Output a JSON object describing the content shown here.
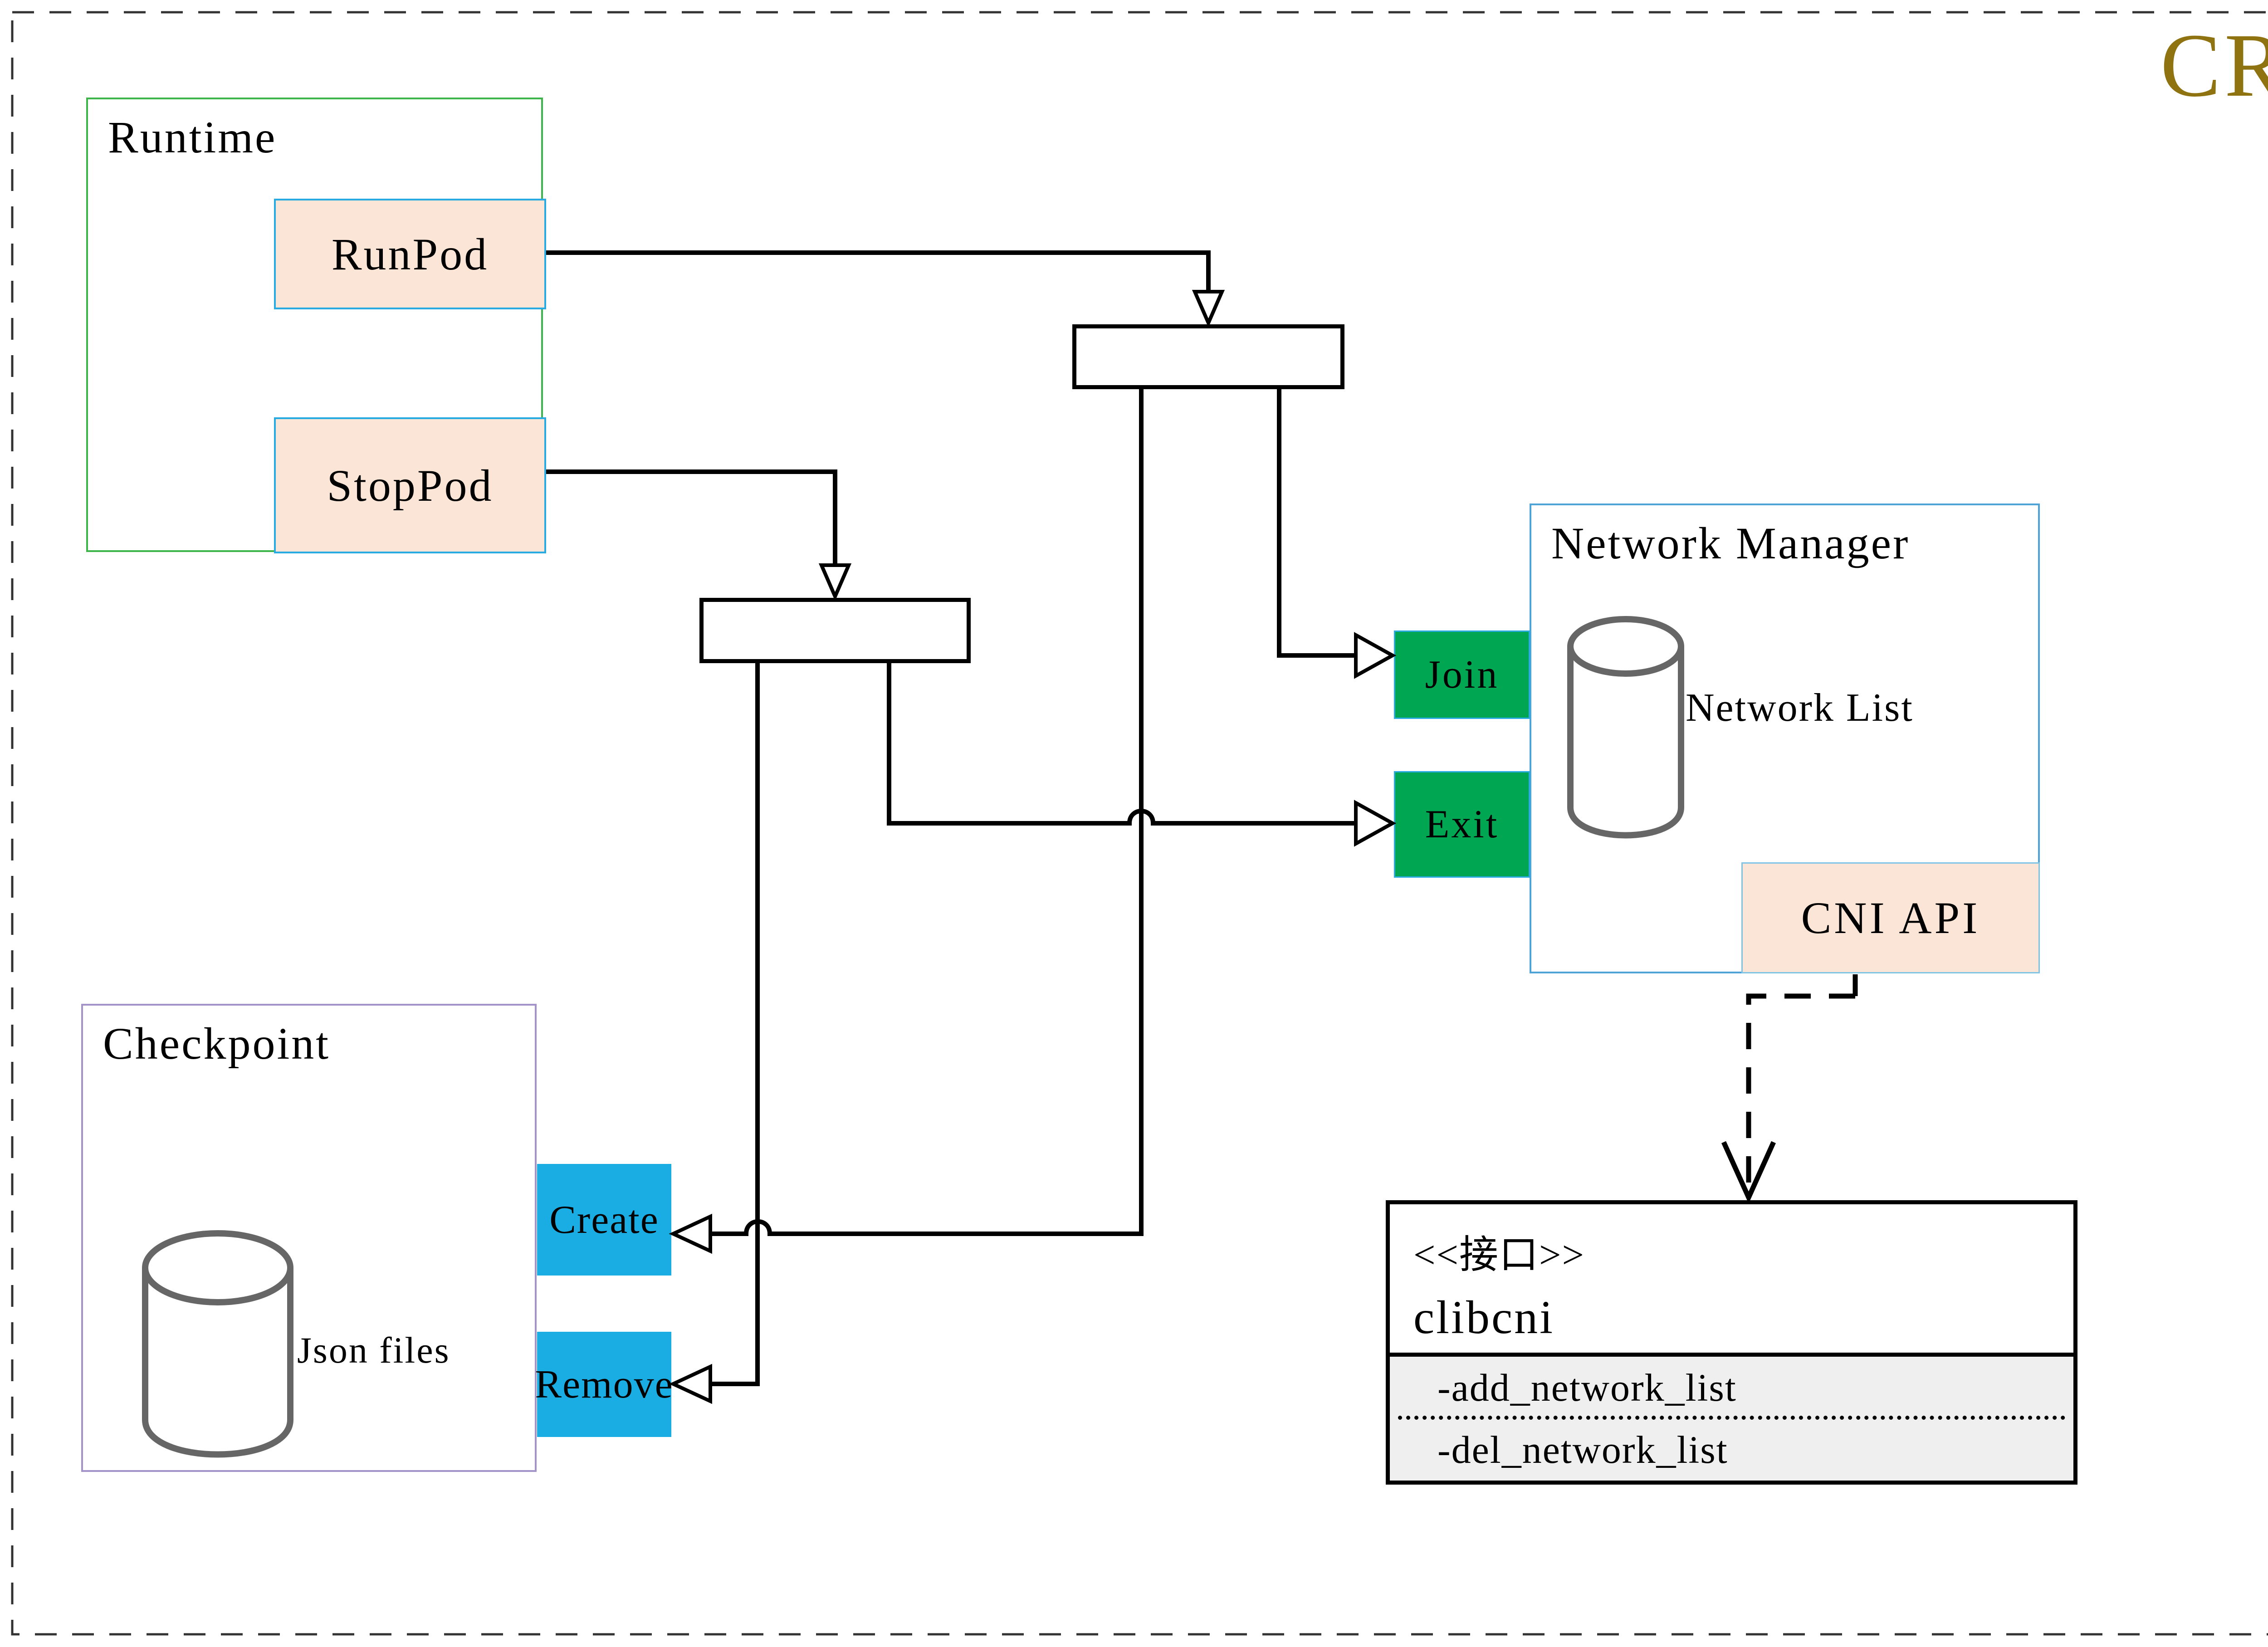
{
  "header": {
    "badge": "CRI"
  },
  "runtime": {
    "title": "Runtime",
    "run_pod": "RunPod",
    "stop_pod": "StopPod"
  },
  "network_manager": {
    "title": "Network Manager",
    "network_list": "Network List",
    "join": "Join",
    "exit": "Exit",
    "cni_api": "CNI API"
  },
  "checkpoint": {
    "title": "Checkpoint",
    "json_files": "Json files",
    "create": "Create",
    "remove": "Remove"
  },
  "clibcni": {
    "stereotype": "<<接口>>",
    "name": "clibcni",
    "attributes": [
      "-add_network_list",
      "-del_network_list"
    ]
  },
  "colors": {
    "accent_gold": "#8e7310",
    "runtime_border": "#3db54a",
    "checkpoint_border": "#a393c8",
    "nm_border": "#4fa3d7",
    "blue_border": "#29abe2",
    "cni_border": "#7fc3e5",
    "peach_fill": "#fbe5d6",
    "green_fill": "#00a651",
    "cyan_fill": "#1aade4",
    "cylinder_stroke": "#666666",
    "uml_attr_bg": "#efefef",
    "line_color": "#000000"
  }
}
